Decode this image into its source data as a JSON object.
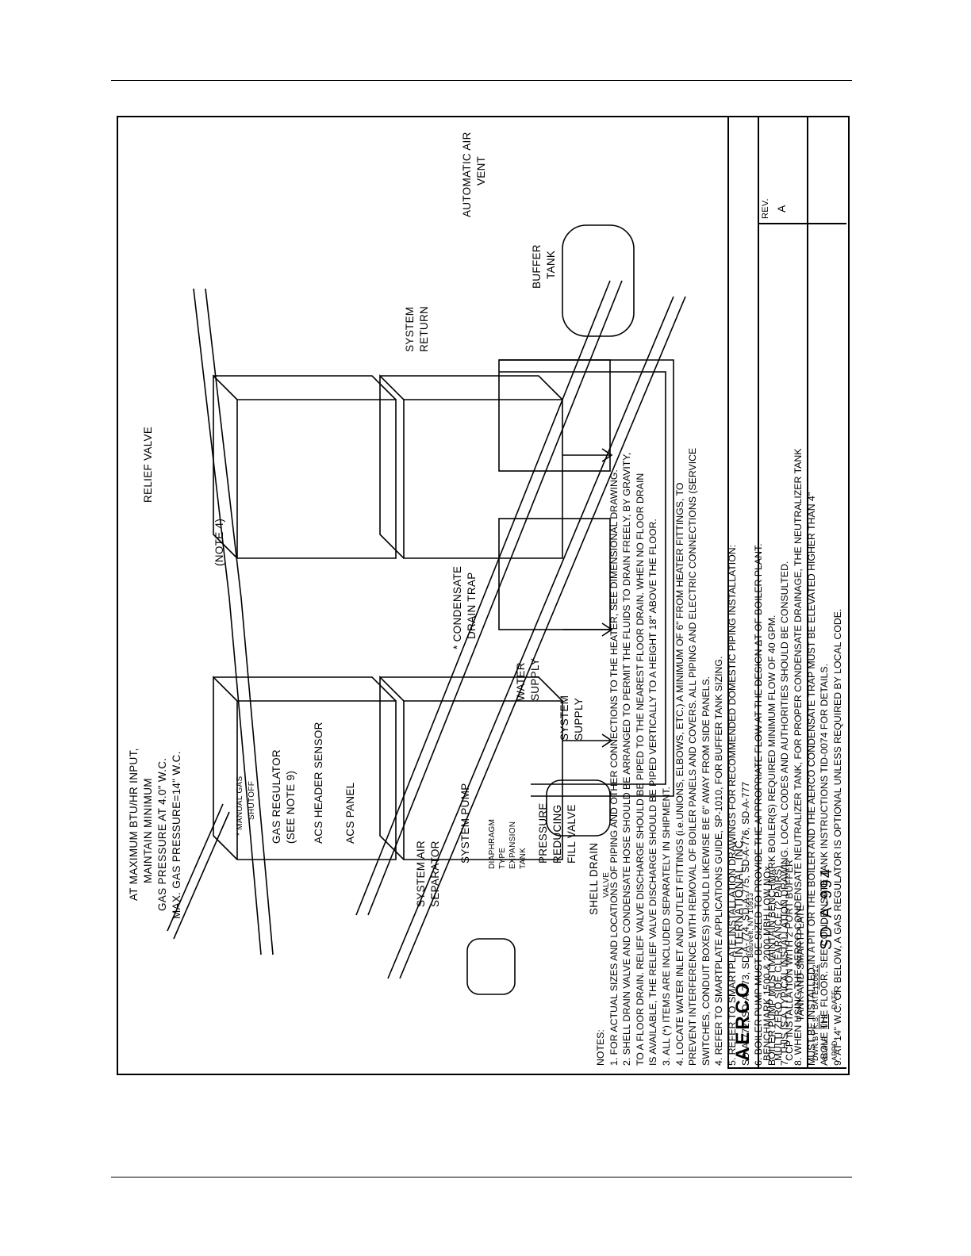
{
  "labels": {
    "gas_input": [
      "AT MAXIMUM BTU/HR INPUT,",
      "MAINTAIN MINIMUM",
      "GAS PRESSURE AT 4.0\" W.C.",
      "MAX. GAS PRESSURE=14\" W.C."
    ],
    "manual_gas_shutoff": [
      "* MANUAL GAS",
      "SHUTOFF"
    ],
    "gas_regulator": [
      "GAS REGULATOR",
      "(SEE NOTE 9)"
    ],
    "acs_header_sensor": "ACS HEADER SENSOR",
    "acs_panel": "ACS PANEL",
    "system_air_separator": [
      "SYSTEM AIR",
      "SEPARATOR"
    ],
    "system_pump": "SYSTEM PUMP",
    "diaphragm_tank": [
      "DIAPHRAGM",
      "TYPE",
      "EXPANSION",
      "TANK"
    ],
    "pressure_reducing": [
      "PRESSURE",
      "REDUCING",
      "FILL VALVE"
    ],
    "shell_drain": [
      "SHELL DRAIN",
      "VALVE"
    ],
    "system_supply": [
      "SYSTEM",
      "SUPPLY"
    ],
    "water_supply": [
      "WATER",
      "SUPPLY"
    ],
    "condensate_trap": [
      "* CONDENSATE",
      "DRAIN TRAP"
    ],
    "relief_valve": "RELIEF VALVE",
    "note4": "(NOTE 4)",
    "system_return": [
      "SYSTEM",
      "RETURN"
    ],
    "auto_air_vent": [
      "AUTOMATIC AIR",
      "VENT"
    ],
    "buffer_tank": [
      "BUFFER",
      "TANK"
    ]
  },
  "notes": [
    "NOTES:",
    "1. FOR ACTUAL SIZES AND LOCATIONS OF PIPING AND OTHER CONNECTIONS TO THE HEATER, SEE DIMENSIONAL DRAWING.",
    "2. SHELL DRAIN VALVE AND CONDENSATE HOSE SHOULD BE ARRANGED TO PERMIT THE FLUIDS TO DRAIN FREELY, BY GRAVITY,",
    "    TO A FLOOR DRAIN. RELIEF VALVE DISCHARGE SHOULD BE PIPED TO THE NEAREST FLOOR DRAIN. WHEN NO FLOOR DRAIN",
    "    IS AVAILABLE, THE RELIEF VALVE DISCHARGE SHOULD BE PIPED VERTICALLY TO A HEIGHT 18\" ABOVE THE FLOOR.",
    "3. ALL (*) ITEMS ARE INCLUDED SEPARATELY IN SHIPMENT.",
    "4. LOCATE WATER INLET AND OUTLET FITTINGS (i.e.UNIONS, ELBOWS, ETC.) A MINIMUM OF 6\" FROM HEATER FITTINGS, TO",
    "    PREVENT INTERFERENCE WITH REMOVAL OF BOILER PANELS AND COVERS. ALL PIPING AND ELECTRIC CONNECTIONS (SERVICE",
    "    SWITCHES, CONDUIT BOXES) SHOULD LIKEWISE BE 6\" AWAY FROM SIDE PANELS.",
    "4. REFER TO SMARTPLATE APPLICATIONS GUIDE, SP-1010, FOR BUFFER TANK SIZING.",
    "5. REFER TO SMARTPLATE INSTALLATION DRAWINGS FOR RECOMMENDED DOMESTIC PIPING INSTALLATION:",
    "    SD-A-772, SD-A-773, SD-A-774, SD-A-775, SD-A-776, SD-A-777",
    "6. BOILER PUMP MUST BE SIZED TO PROVIDE THE APPROPRIATE FLOW AT THE DESIGN ΔT OF BOILER PLANT.",
    "    BOILER PUMP MUST MAINTAIN BENCHMARK BOILER(S) REQUIRED MINIMUM FLOW OF 40 GPM.",
    "7. THIS IS A TYPICAL INSTALLATION DRAWING. LOCAL CODES AND AUTHORITIES SHOULD BE CONSULTED.",
    "8. WHEN USING THE AERCO CONDENSATE NEUTRALIZER TANK, FOR PROPER CONDENSATE DRAINAGE, THE NEUTRALIZER TANK",
    "    MUST BE INSTALLED IN A PIT OR THE BOILER AND THE AERCO CONDENSATE TRAP MUST BE ELEVATED HIGHER THAN 4\"",
    "    ABOVE THE FLOOR. SEE CONDENSATE TANK INSTRUCTIONS TID-0074 FOR DETAILS.",
    "9. AT 14\" W.C. OR BELOW, A GAS REGULATOR IS OPTIONAL UNLESS REQUIRED BY LOCAL CODE."
  ],
  "title_block": {
    "logo": "AERCO",
    "company": "INTERNATIONAL, INC.",
    "address": "Blauvelt, NY 10913",
    "description": [
      "BENCHMARK 1500 & 2000 MBH LOW NOx",
      "MULTI ZERO SIDE CLEARANCE (2 PAIRS)",
      "CCP INSTALLATION WITH 2 PORT BUFFER",
      "TANK AND SMARTPLATE"
    ],
    "drawn_by_label": "DWN.BY",
    "drawn_by": "K.S.",
    "date_label": "DATE",
    "date": "120612",
    "scale_label": "SCALE",
    "scale": "NTS",
    "appd_label": "APPD.",
    "appd_date_label": "DATE",
    "drawing_number": "SD-A-994",
    "rev_label": "REV.",
    "rev": "A"
  }
}
